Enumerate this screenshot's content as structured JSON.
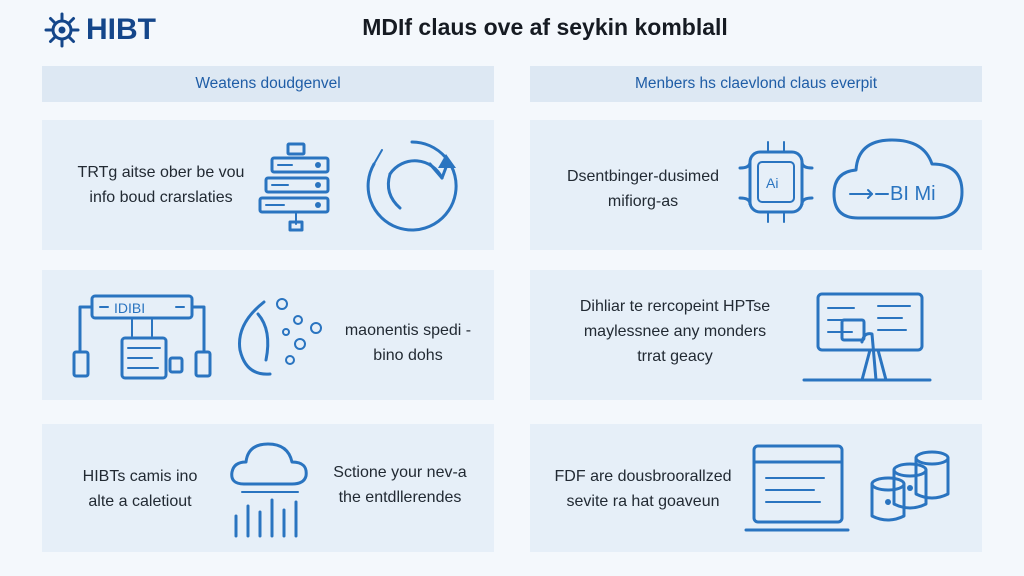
{
  "brand": {
    "name": "HIBT"
  },
  "title": "MDIf claus ove af seykin komblall",
  "columns": [
    {
      "header": "Weatens doudgenvel"
    },
    {
      "header": "Menbers hs claevlond claus everpit"
    }
  ],
  "cards": [
    {
      "lines": [
        "TRTg aitse ober be vou",
        "info boud crarslaties"
      ]
    },
    {
      "lines": [
        "Dsentbinger-dusimed",
        "mifiorg-as"
      ]
    },
    {
      "lines": [
        "maonentis spedi -",
        "bino dohs"
      ]
    },
    {
      "lines": [
        "Dihliar te rercopeint HPTse",
        "maylessnee any monders",
        "trrat geacy"
      ]
    },
    {
      "lines": [
        "HIBTs camis ino",
        "alte a caletiout"
      ],
      "lines2": [
        "Sctione your nev-a",
        "the entdllerendes"
      ]
    },
    {
      "lines": [
        "FDF are dousbroorallzed",
        "sevite ra hat goaveun"
      ]
    }
  ],
  "icon_labels": {
    "cloud_tag": "BI Mi",
    "chip_tag": "Ai",
    "rack_tag": "IDIBI"
  },
  "icons": [
    "server-stack-icon",
    "circular-arrows-icon",
    "chip-icon",
    "cloud-icon",
    "network-diagram-icon",
    "swirl-icon",
    "monitor-presenter-icon",
    "cloud-bars-icon",
    "browser-window-icon",
    "database-cylinders-icon"
  ]
}
